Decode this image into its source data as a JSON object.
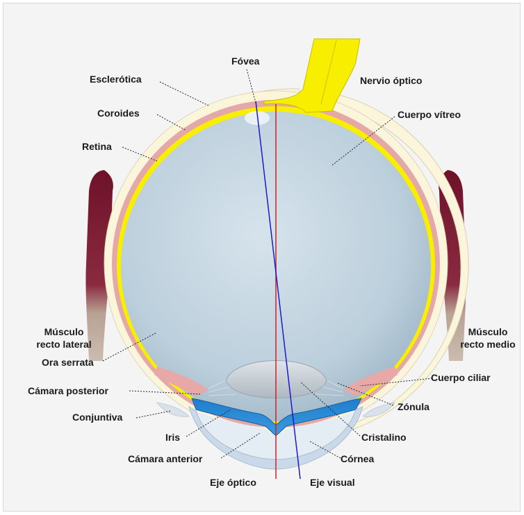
{
  "diagram": {
    "labels": {
      "fovea": "Fóvea",
      "esclerotica": "Esclerótica",
      "coroides": "Coroides",
      "retina": "Retina",
      "nervio_optico": "Nervio óptico",
      "cuerpo_vitreo": "Cuerpo vítreo",
      "musculo_recto_lateral_1": "Músculo",
      "musculo_recto_lateral_2": "recto lateral",
      "musculo_recto_medio_1": "Músculo",
      "musculo_recto_medio_2": "recto medio",
      "ora_serrata": "Ora serrata",
      "camara_posterior": "Cámara posterior",
      "conjuntiva": "Conjuntiva",
      "iris": "Iris",
      "camara_anterior": "Cámara anterior",
      "eje_optico": "Eje óptico",
      "eje_visual": "Eje visual",
      "cornea": "Córnea",
      "cristalino": "Cristalino",
      "zonula": "Zónula",
      "cuerpo_ciliar": "Cuerpo ciliar"
    },
    "colors": {
      "sclera": "#fbf5dc",
      "choroid": "#e4a8a8",
      "retina": "#f7ee00",
      "vitreous": "#c3d4df",
      "optic_nerve": "#f7ee00",
      "muscle": "#7e1e34",
      "muscle_tendon": "#b8a294",
      "iris": "#2a86d0",
      "lens": "#c9d0d6",
      "cornea": "#cad9ea",
      "optic_axis": "#d02020",
      "visual_axis": "#1a1ac8"
    }
  }
}
